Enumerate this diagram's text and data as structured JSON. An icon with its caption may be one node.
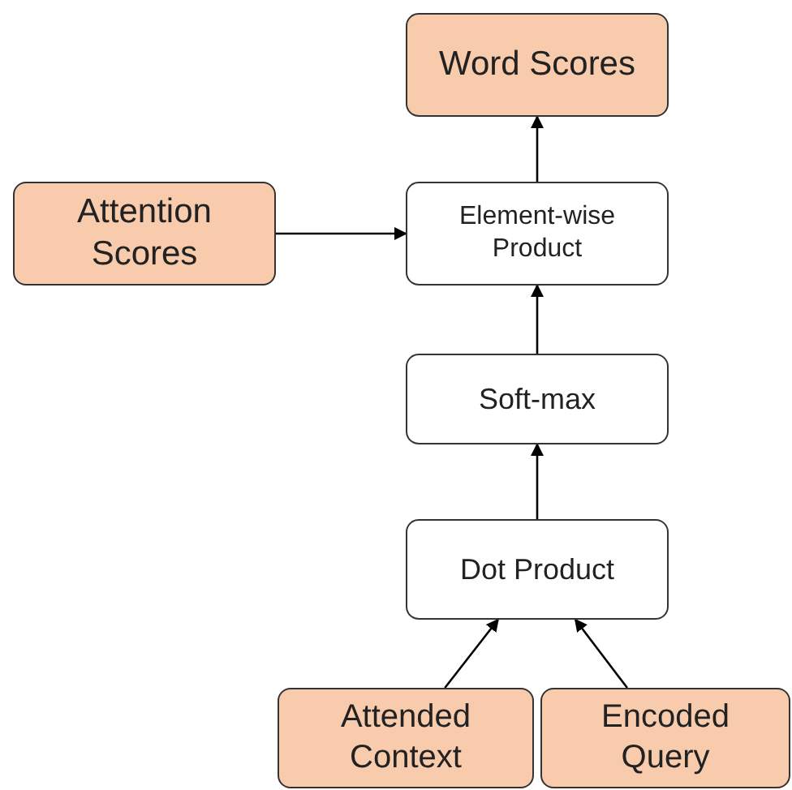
{
  "diagram": {
    "nodes": [
      {
        "text": [
          "Word Scores"
        ]
      },
      {
        "text": [
          "Attention Scores"
        ]
      },
      {
        "text": [
          "Element-wise Product"
        ]
      },
      {
        "text": [
          "Soft-max"
        ]
      },
      {
        "text": [
          "Dot Product"
        ]
      },
      {
        "text": [
          "Attended Context"
        ]
      },
      {
        "text": [
          "Encoded Query"
        ]
      }
    ],
    "edges": [
      {
        "from": 2,
        "to": 0,
        "arrow": "to"
      },
      {
        "from": 1,
        "to": 2,
        "arrow": "to"
      },
      {
        "from": 3,
        "to": 2,
        "arrow": "to"
      },
      {
        "from": 4,
        "to": 3,
        "arrow": "to"
      },
      {
        "from": 5,
        "to": 4,
        "arrow": "to"
      },
      {
        "from": 6,
        "to": 4,
        "arrow": "to"
      }
    ]
  }
}
